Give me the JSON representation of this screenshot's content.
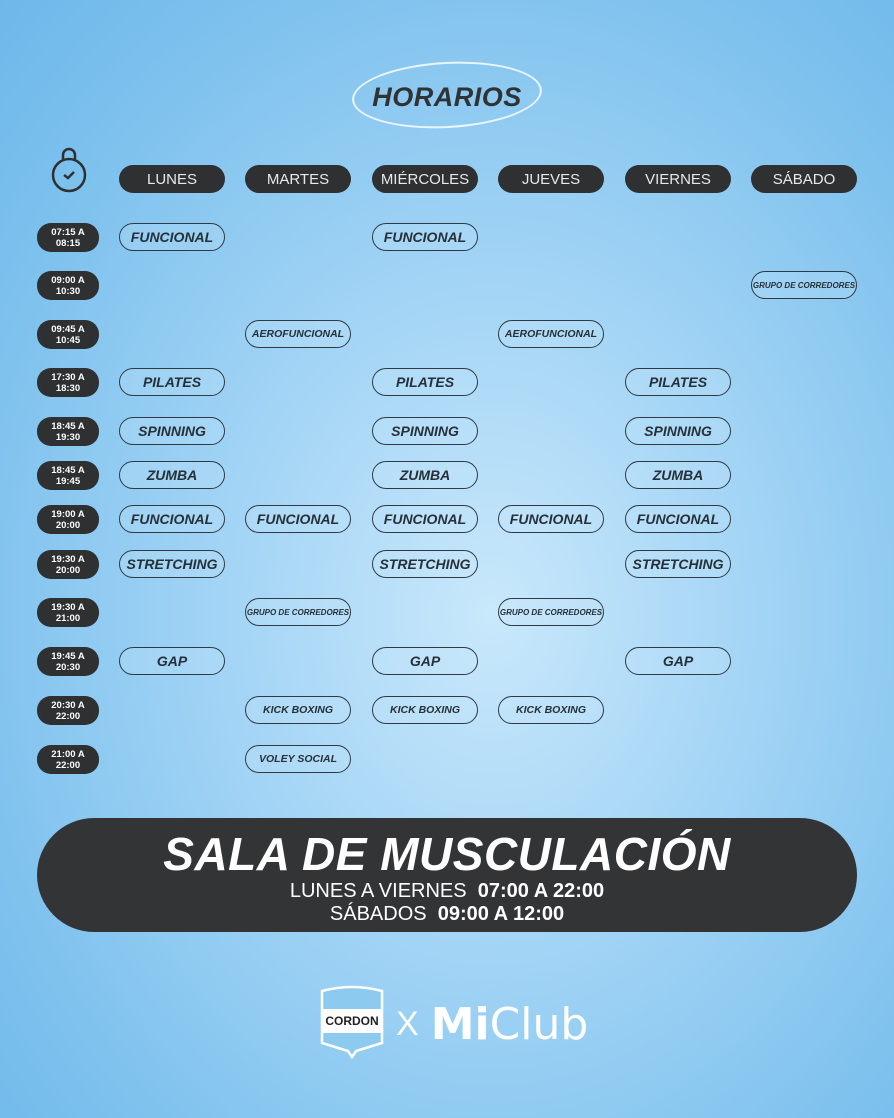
{
  "title": "HORARIOS",
  "days": [
    "LUNES",
    "MARTES",
    "MIÉRCOLES",
    "JUEVES",
    "VIERNES",
    "SÁBADO"
  ],
  "rows": [
    {
      "time": "07:15 A\n08:15",
      "classes": [
        "FUNCIONAL",
        "",
        "FUNCIONAL",
        "",
        "",
        ""
      ]
    },
    {
      "time": "09:00 A\n10:30",
      "classes": [
        "",
        "",
        "",
        "",
        "",
        "GRUPO DE CORREDORES"
      ]
    },
    {
      "time": "09:45 A\n10:45",
      "classes": [
        "",
        "AEROFUNCIONAL",
        "",
        "AEROFUNCIONAL",
        "",
        ""
      ]
    },
    {
      "time": "17:30 A\n18:30",
      "classes": [
        "PILATES",
        "",
        "PILATES",
        "",
        "PILATES",
        ""
      ]
    },
    {
      "time": "18:45 A\n19:30",
      "classes": [
        "SPINNING",
        "",
        "SPINNING",
        "",
        "SPINNING",
        ""
      ]
    },
    {
      "time": "18:45 A\n19:45",
      "classes": [
        "ZUMBA",
        "",
        "ZUMBA",
        "",
        "ZUMBA",
        ""
      ]
    },
    {
      "time": "19:00 A\n20:00",
      "classes": [
        "FUNCIONAL",
        "FUNCIONAL",
        "FUNCIONAL",
        "FUNCIONAL",
        "FUNCIONAL",
        ""
      ]
    },
    {
      "time": "19:30 A\n20:00",
      "classes": [
        "STRETCHING",
        "",
        "STRETCHING",
        "",
        "STRETCHING",
        ""
      ]
    },
    {
      "time": "19:30 A\n21:00",
      "classes": [
        "",
        "GRUPO DE CORREDORES",
        "",
        "GRUPO DE CORREDORES",
        "",
        ""
      ]
    },
    {
      "time": "19:45 A\n20:30",
      "classes": [
        "GAP",
        "",
        "GAP",
        "",
        "GAP",
        ""
      ]
    },
    {
      "time": "20:30 A\n22:00",
      "classes": [
        "",
        "KICK BOXING",
        "KICK BOXING",
        "KICK BOXING",
        "",
        ""
      ]
    },
    {
      "time": "21:00 A\n22:00",
      "classes": [
        "",
        "VOLEY SOCIAL",
        "",
        "",
        "",
        ""
      ]
    }
  ],
  "gym": {
    "title": "SALA DE  MUSCULACIÓN",
    "weekdays_label": "LUNES A VIERNES",
    "weekdays_hours": "07:00 A 22:00",
    "saturday_label": "SÁBADOS",
    "saturday_hours": "09:00 A 12:00"
  },
  "footer": {
    "club": "CORDON",
    "separator": "X",
    "partner_bold": "Mi",
    "partner_rest": "Club"
  }
}
